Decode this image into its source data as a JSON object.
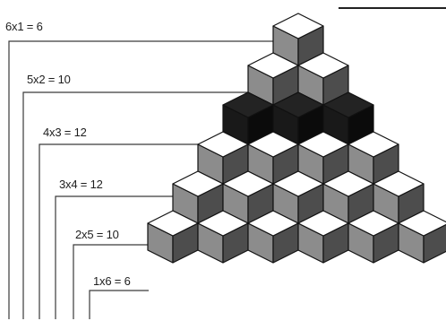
{
  "figure": {
    "labels": [
      "6x1 = 6",
      "5x2 = 10",
      "4x3 = 12",
      "3x4 = 12",
      "2x5 = 10",
      "1x6 = 6"
    ],
    "pyramid": {
      "rows": 6,
      "row_counts": [
        1,
        2,
        3,
        4,
        5,
        6
      ],
      "highlighted_row_index": 2
    },
    "colors": {
      "cube_top": "#ffffff",
      "cube_left": "#8c8c8c",
      "cube_right": "#4d4d4d",
      "cube_top_dark": "#232323",
      "cube_left_dark": "#191919",
      "cube_right_dark": "#0b0b0b",
      "outline": "#111111",
      "leader_line": "#3a3a3a"
    }
  }
}
